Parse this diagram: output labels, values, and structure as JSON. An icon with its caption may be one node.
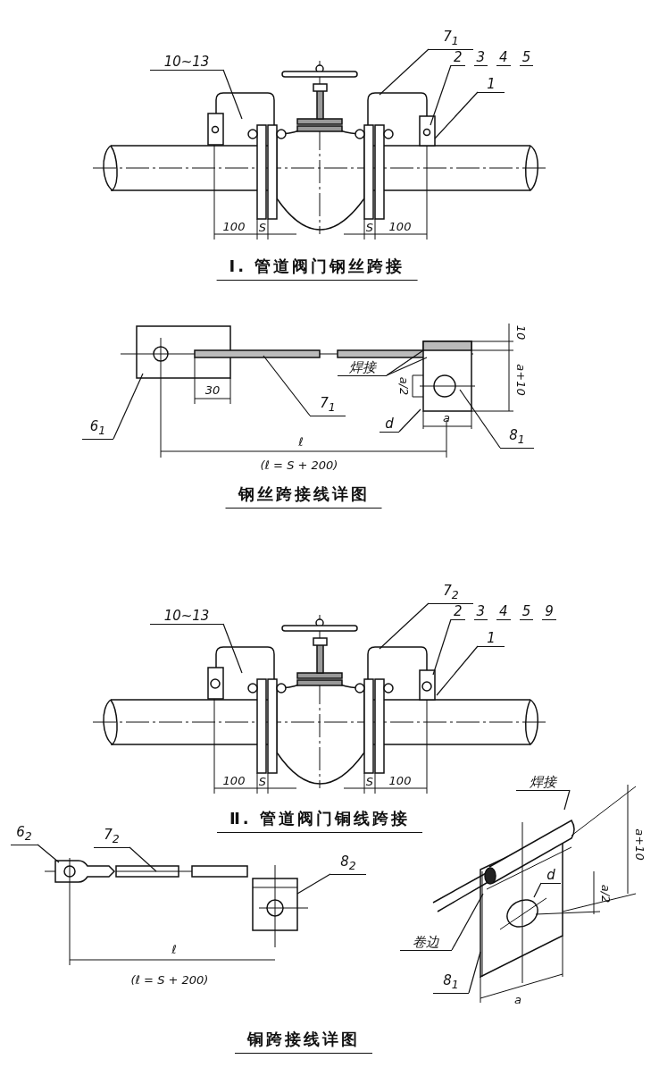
{
  "diagram": {
    "nodes": [
      {
        "text": [
          "10~13"
        ]
      },
      {
        "text": [
          "7$_{1}$"
        ]
      },
      {
        "text": [
          "2",
          "3",
          "4",
          "5"
        ]
      },
      {
        "text": [
          "1"
        ]
      },
      {
        "text": [
          "6$_{1}$"
        ]
      },
      {
        "text": [
          "7$_{1}$"
        ]
      },
      {
        "text": [
          "焊接"
        ]
      },
      {
        "text": [
          "d"
        ]
      },
      {
        "text": [
          "8$_{1}$"
        ]
      },
      {
        "text": [
          "10~13"
        ]
      },
      {
        "text": [
          "7$_{2}$"
        ]
      },
      {
        "text": [
          "2",
          "3",
          "4",
          "5",
          "9"
        ]
      },
      {
        "text": [
          "1"
        ]
      },
      {
        "text": [
          "6$_{2}$"
        ]
      },
      {
        "text": [
          "7$_{2}$"
        ]
      },
      {
        "text": [
          "8$_{2}$"
        ]
      },
      {
        "text": [
          "焊接"
        ]
      },
      {
        "text": [
          "d"
        ]
      },
      {
        "text": [
          "卷边"
        ]
      },
      {
        "text": [
          "8$_{1}$"
        ]
      }
    ],
    "edges": [
      {
        "from": 0,
        "to": null,
        "arrow": "none"
      },
      {
        "from": 1,
        "to": null,
        "arrow": "none"
      },
      {
        "from": 2,
        "to": null,
        "arrow": "none"
      },
      {
        "from": 3,
        "to": null,
        "arrow": "none"
      },
      {
        "from": 4,
        "to": null,
        "arrow": "none"
      },
      {
        "from": 5,
        "to": null,
        "arrow": "none"
      },
      {
        "from": 6,
        "to": null,
        "arrow": "none"
      },
      {
        "from": 6,
        "to": null,
        "arrow": "none"
      },
      {
        "from": 7,
        "to": null,
        "arrow": "none"
      },
      {
        "from": 8,
        "to": null,
        "arrow": "none"
      },
      {
        "from": 9,
        "to": null,
        "arrow": "none"
      },
      {
        "from": 10,
        "to": null,
        "arrow": "none"
      },
      {
        "from": 11,
        "to": null,
        "arrow": "none"
      },
      {
        "from": 12,
        "to": null,
        "arrow": "none"
      },
      {
        "from": 13,
        "to": null,
        "arrow": "none"
      },
      {
        "from": 14,
        "to": null,
        "arrow": "none"
      },
      {
        "from": 15,
        "to": null,
        "arrow": "none"
      },
      {
        "from": 16,
        "to": null,
        "arrow": "none"
      },
      {
        "from": 17,
        "to": null,
        "arrow": "none"
      },
      {
        "from": 18,
        "to": null,
        "arrow": "none"
      },
      {
        "from": 19,
        "to": null,
        "arrow": "none"
      }
    ],
    "labels": [
      "100",
      "S",
      "S",
      "100",
      "Ⅰ. 管道阀门钢丝跨接",
      "10",
      "a+10",
      "30",
      "a/2",
      "a",
      "ℓ",
      "(ℓ = S + 200)",
      "钢丝跨接线详图",
      "100",
      "S",
      "S",
      "100",
      "Ⅱ. 管道阀门铜线跨接",
      "a+10",
      "a/2",
      "ℓ",
      "(ℓ = S + 200)",
      "a",
      "铜跨接线详图"
    ]
  }
}
